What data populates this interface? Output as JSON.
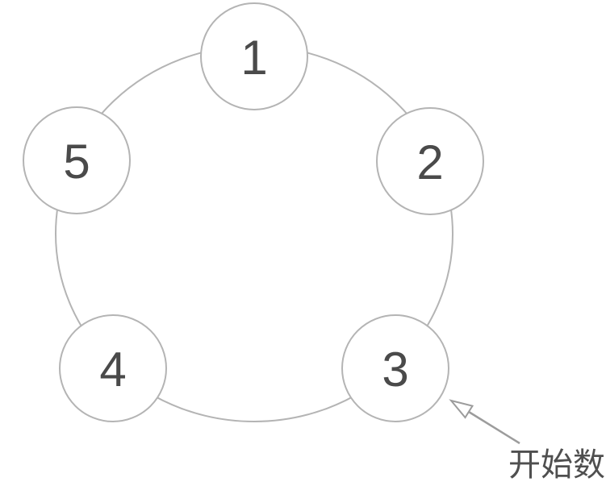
{
  "diagram": {
    "background_color": "#ffffff",
    "ring_color": "#b4b4b4",
    "node_fill": "#ffffff",
    "number_color": "#4a4a4a",
    "arrow_color": "#9c9c9c",
    "annotation_color": "#4f4f4f",
    "nodes": [
      {
        "label": "1"
      },
      {
        "label": "2"
      },
      {
        "label": "3"
      },
      {
        "label": "4"
      },
      {
        "label": "5"
      }
    ],
    "annotation": {
      "label": "开始数",
      "points_to_node_label": "3"
    }
  }
}
